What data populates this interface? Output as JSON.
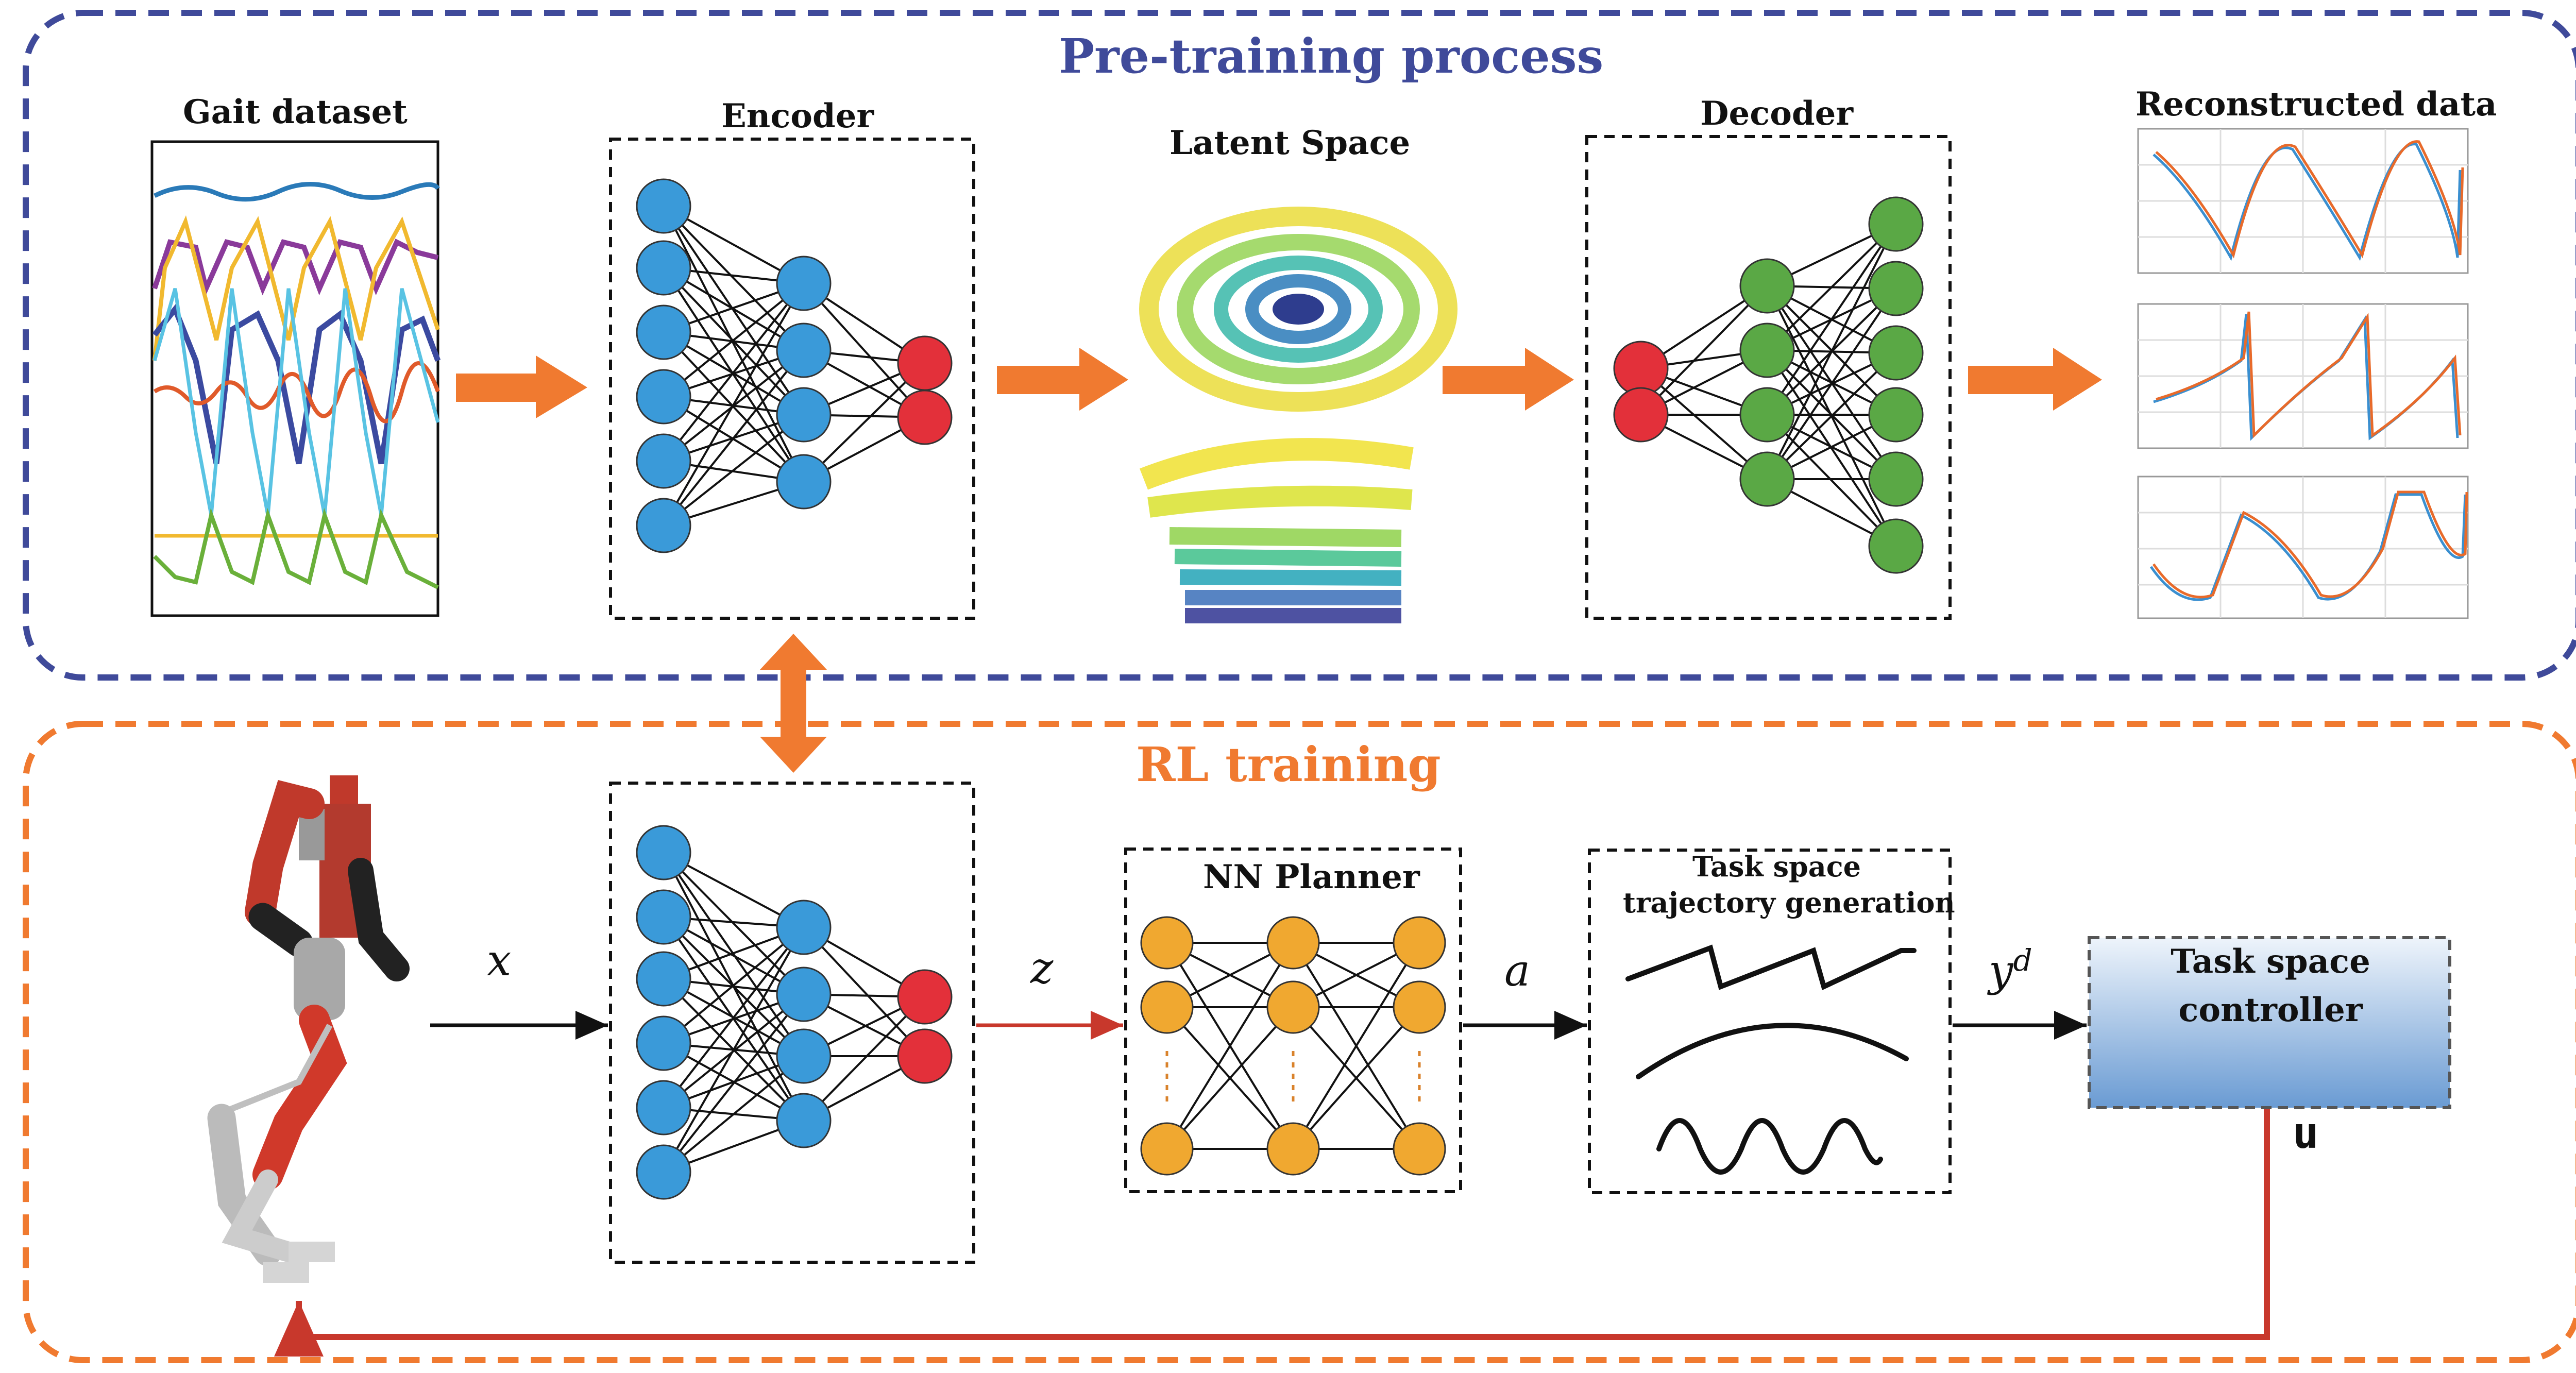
{
  "sections": {
    "pretraining": {
      "title": "Pre-training process",
      "color": "#3f4a9a"
    },
    "rl": {
      "title": "RL training",
      "color": "#f07a30"
    }
  },
  "pretraining": {
    "gait_dataset": "Gait dataset",
    "encoder": "Encoder",
    "latent_space": "Latent Space",
    "decoder": "Decoder",
    "reconstructed": "Reconstructed data"
  },
  "rl": {
    "nn_planner": "NN Planner",
    "task_space_line1": "Task space",
    "task_space_line2": "trajectory generation",
    "controller_line1": "Task space",
    "controller_line2": "controller"
  },
  "signals": {
    "x": "x",
    "z": "z",
    "a": "a",
    "y": "y",
    "y_sup": "d",
    "u": "u"
  },
  "colors": {
    "blue_node": "#3a9ad9",
    "red_node": "#e3303a",
    "green_node": "#5aa845",
    "orange_node": "#f0a830",
    "arrow_orange": "#f07a30",
    "arrow_red": "#c8382c",
    "controller_top": "#eef4fb",
    "controller_bottom": "#6a9bd3"
  },
  "icons": {
    "robot": "bipedal-robot-icon"
  }
}
